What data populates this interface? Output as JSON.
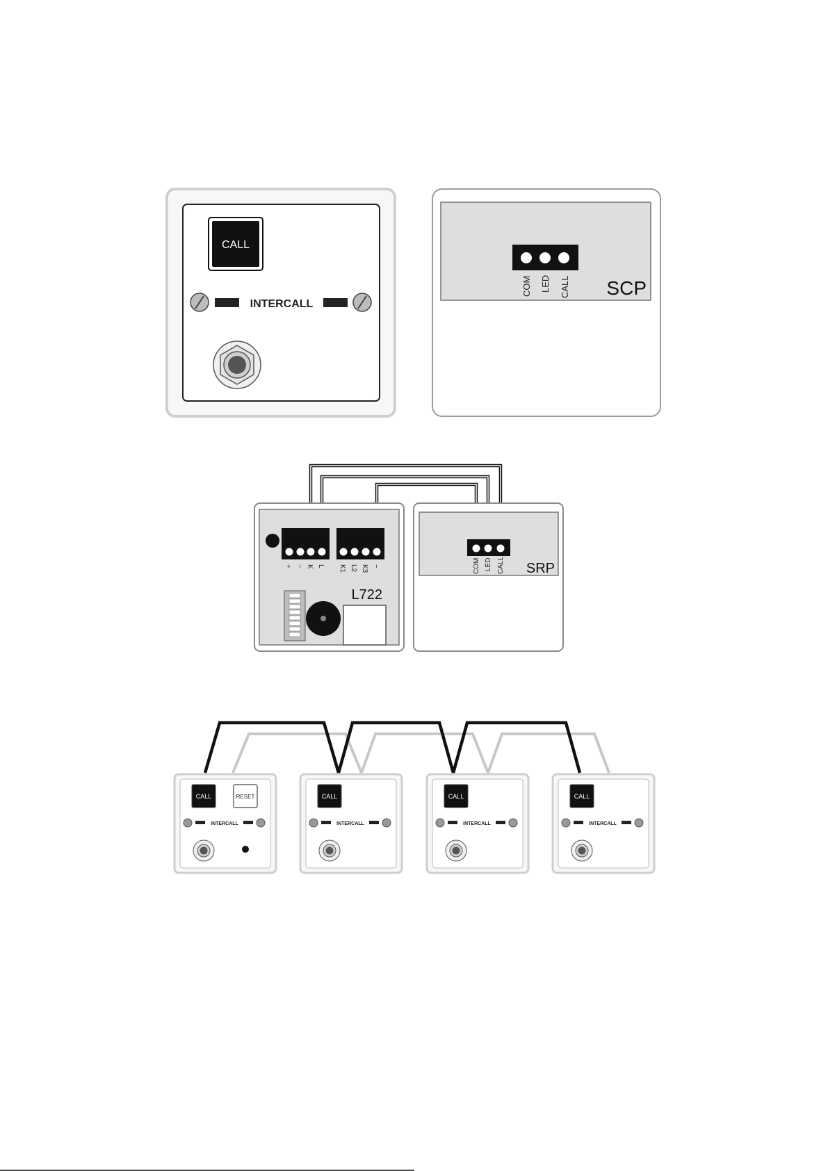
{
  "call_panel": {
    "button_label": "CALL",
    "brand": "INTERCALL"
  },
  "scp_plate": {
    "pins": [
      "COM",
      "LED",
      "CALL"
    ],
    "title": "SCP"
  },
  "l722_board": {
    "terminals_a": [
      "+",
      "−",
      "K",
      "L"
    ],
    "terminals_b": [
      "K1",
      "L2",
      "K3",
      "−"
    ],
    "model": "L722"
  },
  "srp_plate": {
    "pins": [
      "COM",
      "LED",
      "CALL"
    ],
    "title": "SRP"
  },
  "chain": {
    "first_call_label": "CALL",
    "reset_label": "RESET",
    "call_label": "CALL",
    "brand": "INTERCALL"
  },
  "colors": {
    "wire_dark": "#111111",
    "wire_light": "#c8c8c8",
    "plate_fill": "#dedede",
    "panel_border": "#cfcfcf"
  }
}
